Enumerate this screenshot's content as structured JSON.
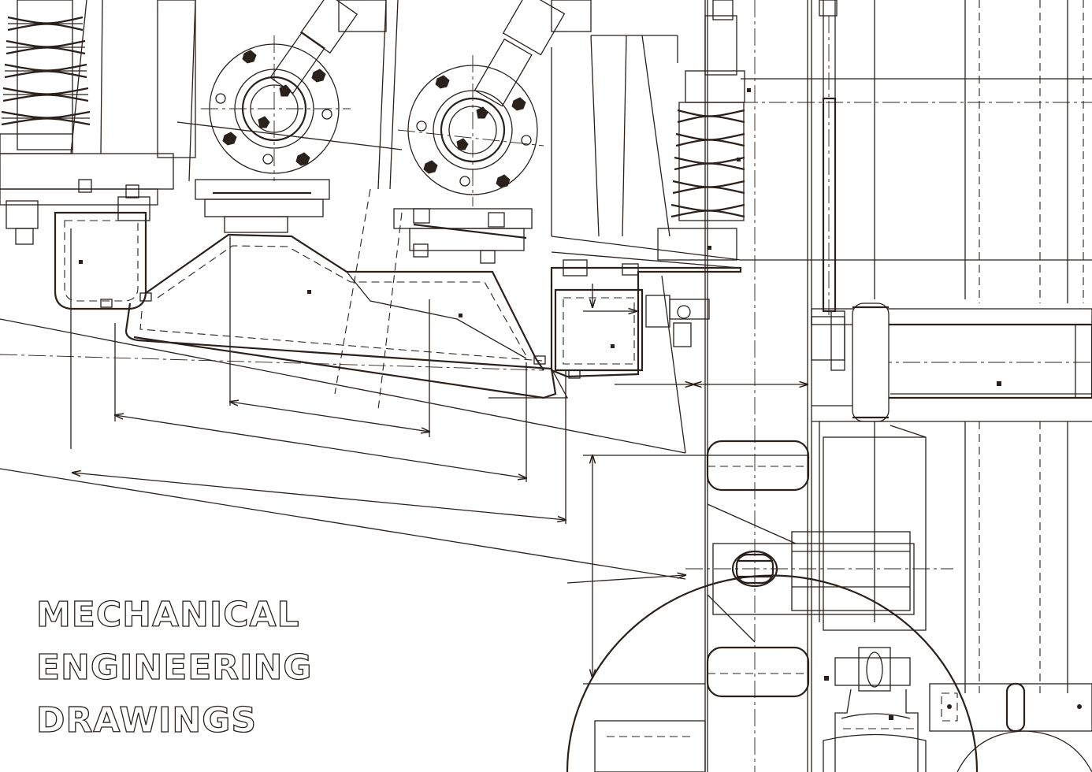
{
  "title": {
    "line1": "MECHANICAL",
    "line2": "ENGINEERING",
    "line3": "DRAWINGS"
  },
  "colors": {
    "background": "#ffffff",
    "linework": "#2a201c"
  }
}
